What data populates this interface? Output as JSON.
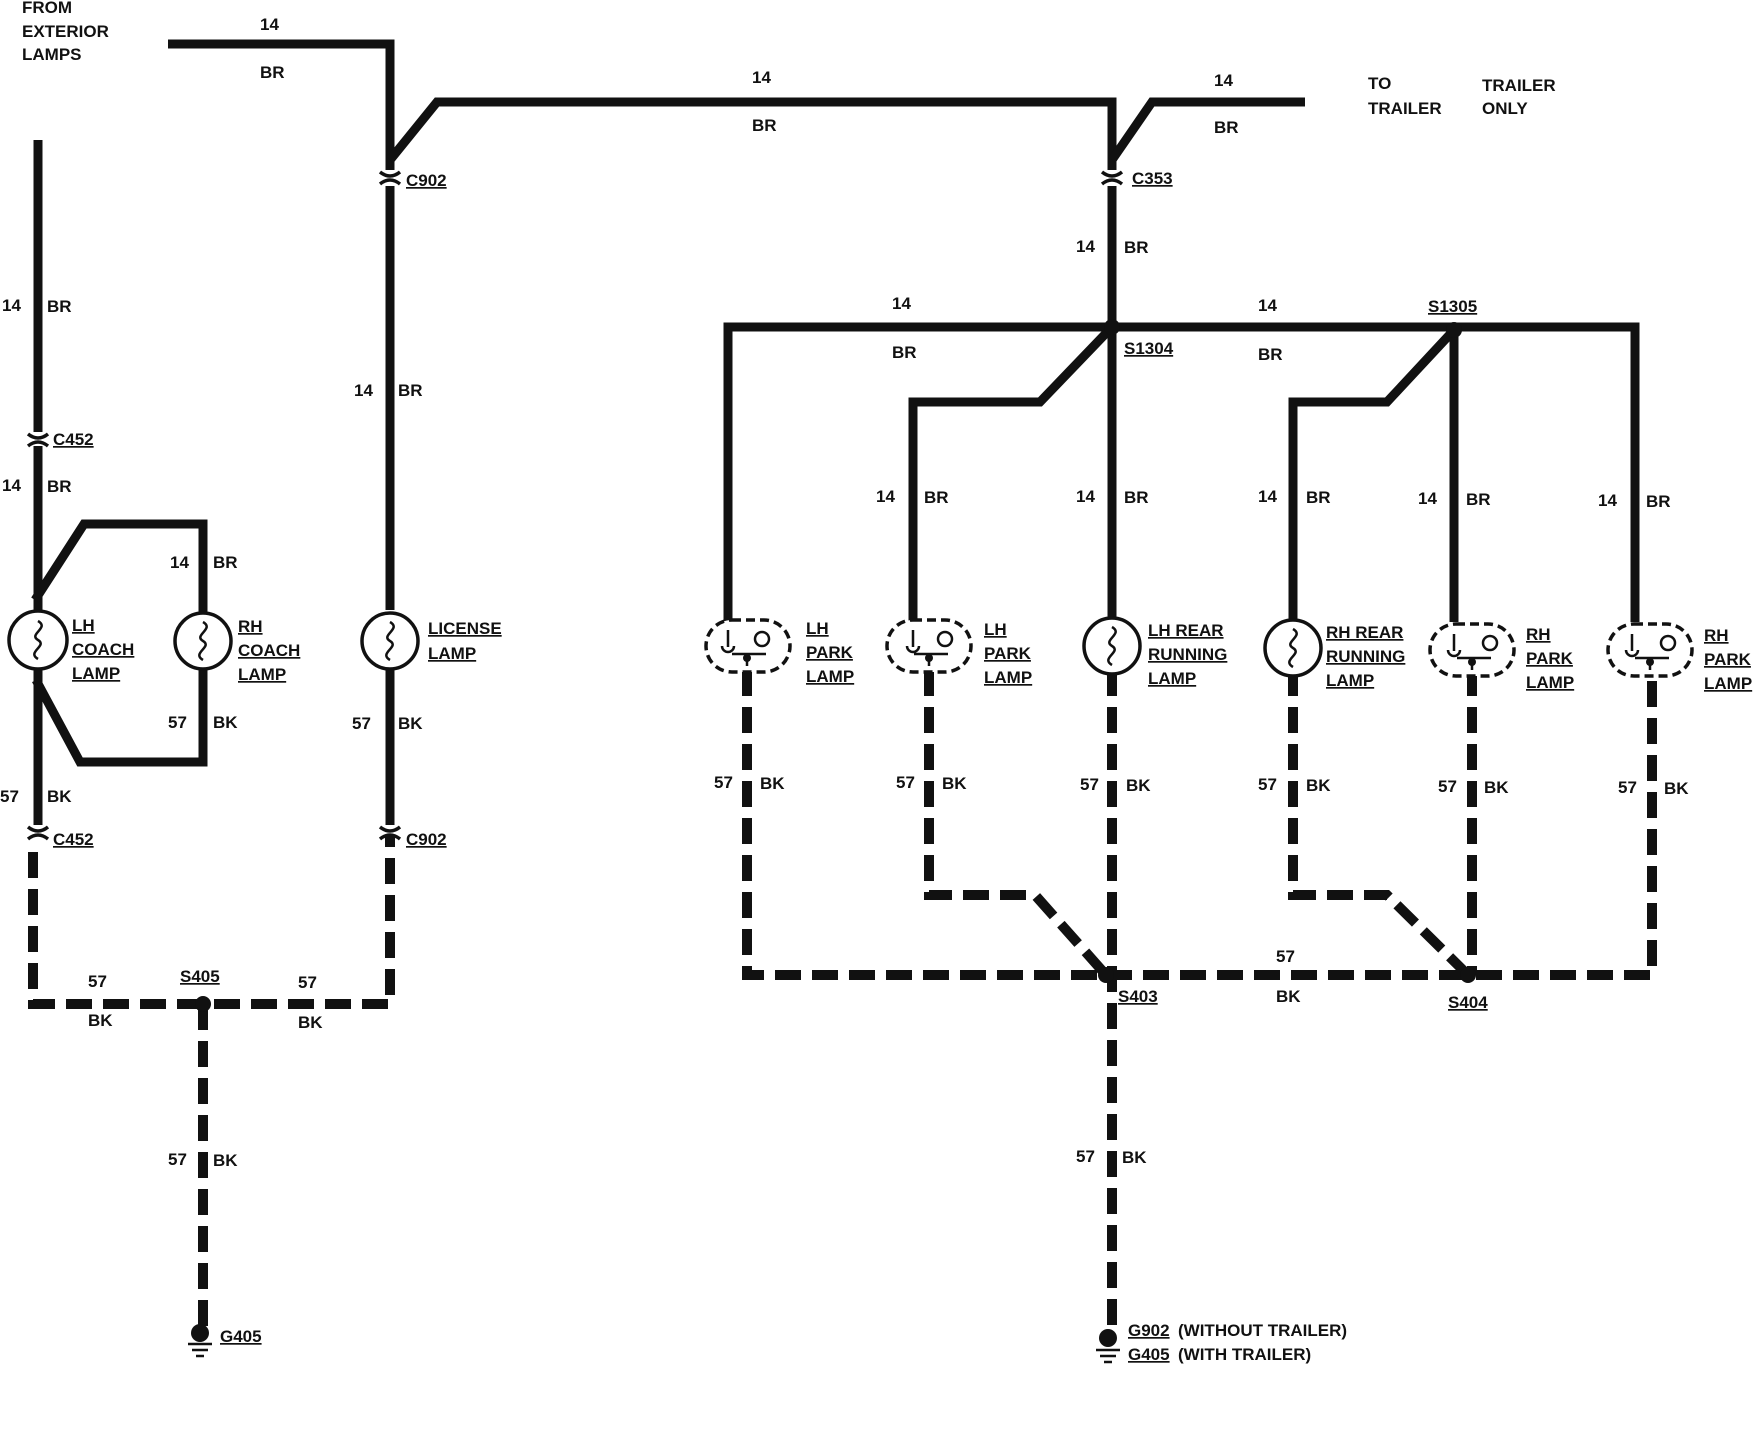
{
  "labels": {
    "from_exterior_lamps": [
      "FROM",
      "EXTERIOR",
      "LAMPS"
    ],
    "to_trailer": [
      "TO",
      "TRAILER"
    ],
    "trailer_only": [
      "TRAILER",
      "ONLY"
    ]
  },
  "wire": {
    "br_gauge": "14",
    "br_color": "BR",
    "bk_gauge": "57",
    "bk_color": "BK"
  },
  "connectors": {
    "c902": "C902",
    "c353": "C353",
    "c452": "C452"
  },
  "splices": {
    "s1304": "S1304",
    "s1305": "S1305",
    "s405": "S405",
    "s403": "S403",
    "s404": "S404"
  },
  "lamps": {
    "lh_coach": [
      "LH",
      "COACH",
      "LAMP"
    ],
    "rh_coach": [
      "RH",
      "COACH",
      "LAMP"
    ],
    "license": [
      "LICENSE",
      "LAMP"
    ],
    "lh_park_1": [
      "LH",
      "PARK",
      "LAMP"
    ],
    "lh_park_2": [
      "LH",
      "PARK",
      "LAMP"
    ],
    "lh_rear_running": [
      "LH REAR",
      "RUNNING",
      "LAMP"
    ],
    "rh_rear_running": [
      "RH REAR",
      "RUNNING",
      "LAMP"
    ],
    "rh_park_1": [
      "RH",
      "PARK",
      "LAMP"
    ],
    "rh_park_2": [
      "RH",
      "PARK",
      "LAMP"
    ]
  },
  "grounds": {
    "left_name": "G405",
    "right_1_name": "G902",
    "right_1_note": "(WITHOUT TRAILER)",
    "right_2_name": "G405",
    "right_2_note": "(WITH TRAILER)"
  }
}
